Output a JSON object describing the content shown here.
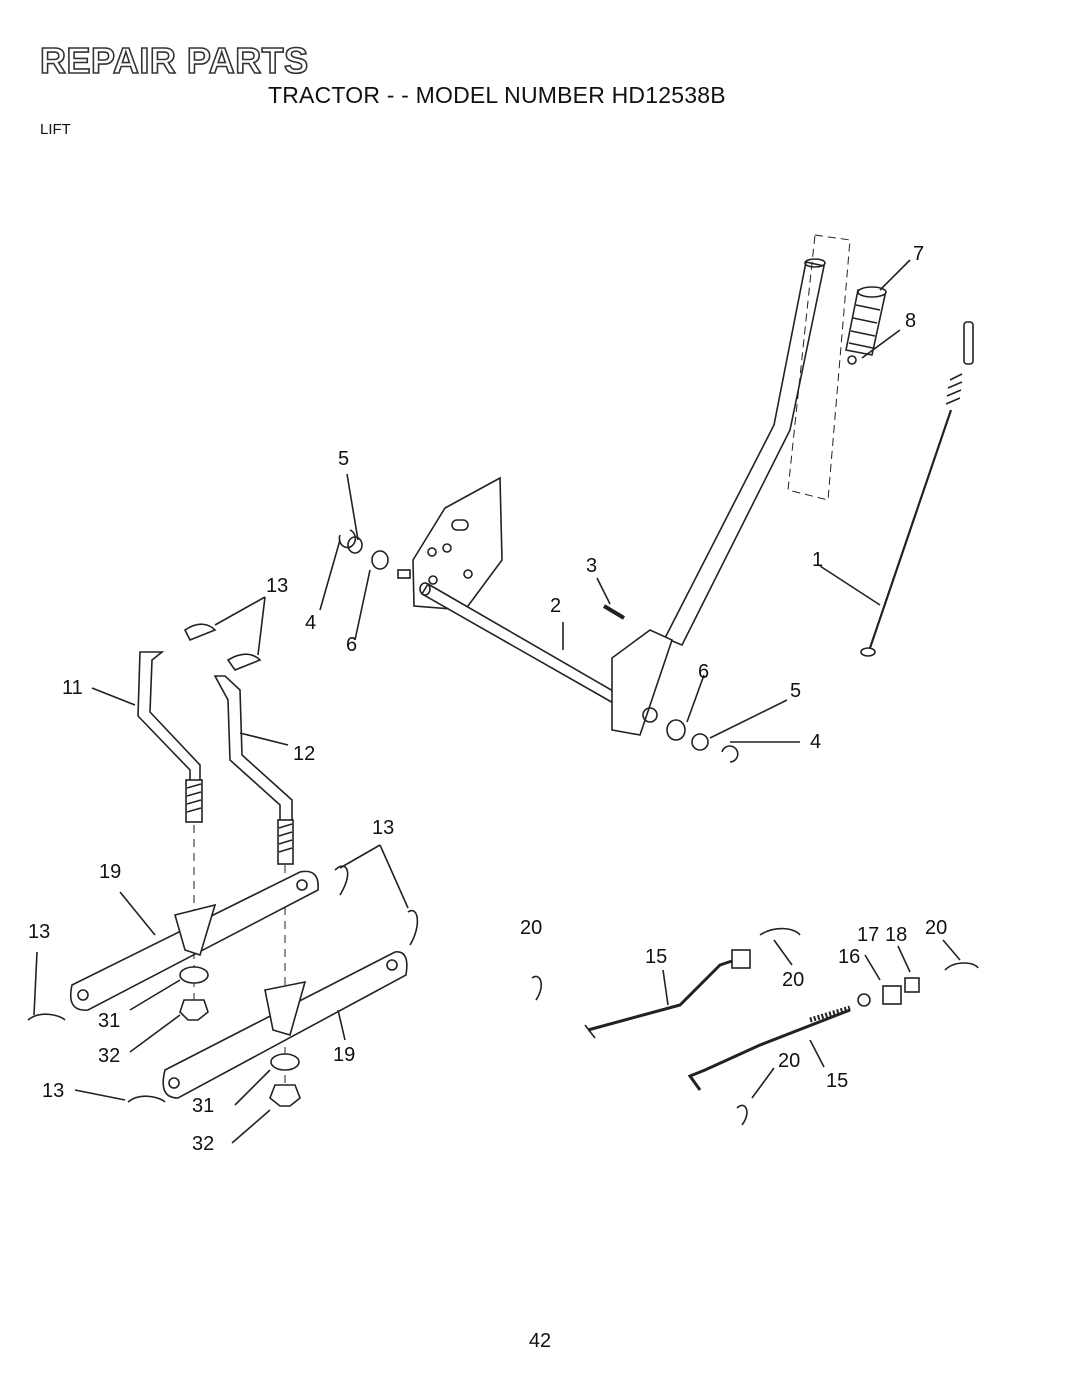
{
  "header": {
    "title": "REPAIR PARTS",
    "subtitle": "TRACTOR - - MODEL NUMBER HD12538B",
    "section": "LIFT"
  },
  "callouts": [
    "7",
    "8",
    "5",
    "1",
    "3",
    "13",
    "2",
    "4",
    "6",
    "11",
    "6",
    "5",
    "12",
    "4",
    "13",
    "19",
    "13",
    "20",
    "17",
    "18",
    "20",
    "15",
    "16",
    "20",
    "31",
    "32",
    "19",
    "13",
    "31",
    "32",
    "20",
    "15"
  ],
  "page_number": "42"
}
